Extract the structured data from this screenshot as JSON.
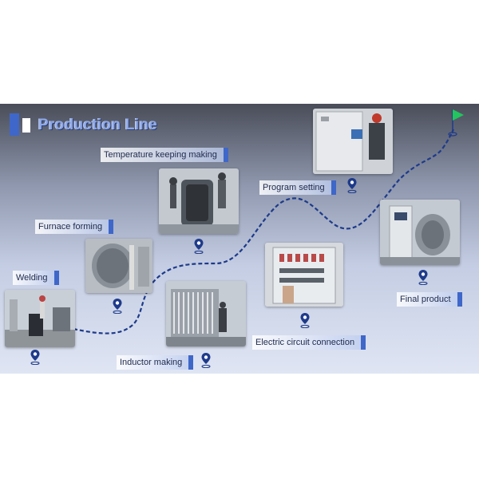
{
  "title": "Production Line",
  "colors": {
    "accent": "#3f67c9",
    "path": "#1e3a8a",
    "flag": "#22c55e"
  },
  "stages": [
    {
      "id": "welding",
      "label": "Welding"
    },
    {
      "id": "furnace-forming",
      "label": "Furnace forming"
    },
    {
      "id": "temperature-keeping",
      "label": "Temperature keeping making"
    },
    {
      "id": "inductor-making",
      "label": "Inductor making"
    },
    {
      "id": "electric-circuit",
      "label": "Electric circuit connection"
    },
    {
      "id": "program-setting",
      "label": "Program setting"
    },
    {
      "id": "final-product",
      "label": "Final product"
    }
  ],
  "icons": {
    "pin": "location-pin-icon",
    "flag": "finish-flag-icon"
  }
}
